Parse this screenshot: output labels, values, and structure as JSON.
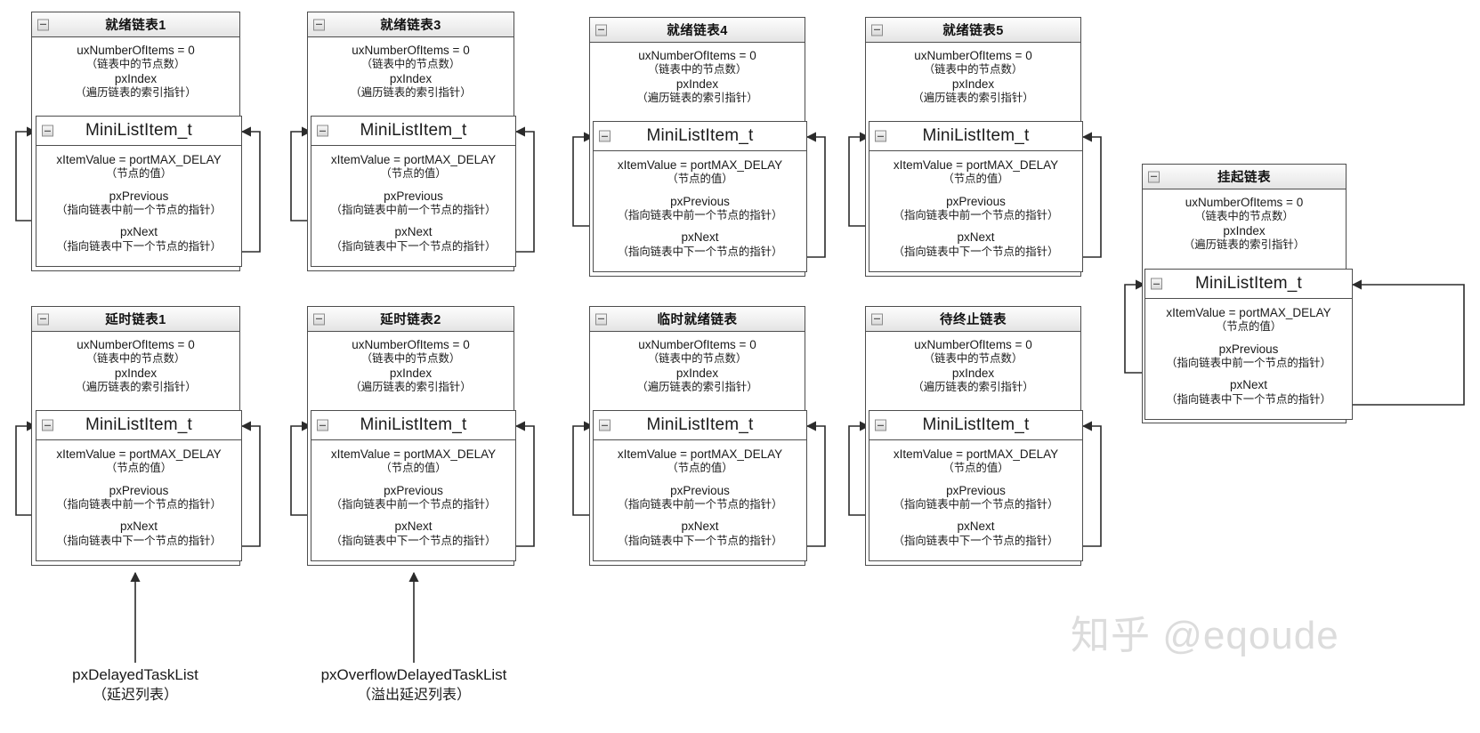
{
  "diagram": {
    "node_type_label": "MiniListItem_t",
    "list_fields": {
      "count_label": "uxNumberOfItems = 0",
      "count_sub": "（链表中的节点数）",
      "index_label": "pxIndex",
      "index_sub": "（遍历链表的索引指针）"
    },
    "node_fields": {
      "value_label": "xItemValue = portMAX_DELAY",
      "value_sub": "（节点的值）",
      "prev_label": "pxPrevious",
      "prev_sub": "（指向链表中前一个节点的指针）",
      "next_label": "pxNext",
      "next_sub": "（指向链表中下一个节点的指针）"
    },
    "boxes": [
      {
        "id": "ready1",
        "title": "就绪链表1"
      },
      {
        "id": "ready3",
        "title": "就绪链表3"
      },
      {
        "id": "ready4",
        "title": "就绪链表4"
      },
      {
        "id": "ready5",
        "title": "就绪链表5"
      },
      {
        "id": "suspend",
        "title": "挂起链表"
      },
      {
        "id": "delay1",
        "title": "延时链表1"
      },
      {
        "id": "delay2",
        "title": "延时链表2"
      },
      {
        "id": "pending",
        "title": "临时就绪链表"
      },
      {
        "id": "termin",
        "title": "待终止链表"
      }
    ],
    "annotations": [
      {
        "id": "delayed",
        "name": "pxDelayedTaskList",
        "cn": "（延迟列表）"
      },
      {
        "id": "overflow",
        "name": "pxOverflowDelayedTaskList",
        "cn": "（溢出延迟列表）"
      }
    ],
    "watermark": "知乎 @eqoude",
    "colors": {
      "stroke": "#4d4d4d",
      "wire": "#2b2b2b",
      "header_gray": "#e8e8e8",
      "watermark": "#dcdcdc",
      "background": "#ffffff"
    }
  }
}
